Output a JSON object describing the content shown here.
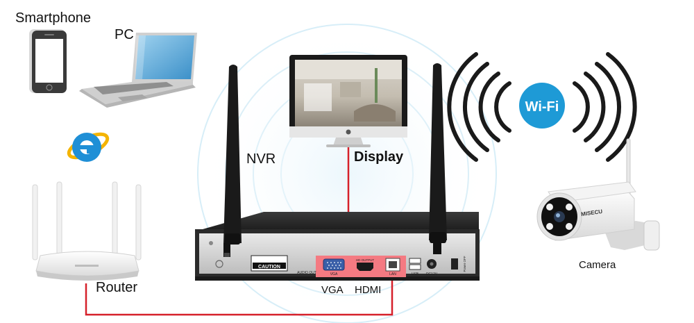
{
  "labels": {
    "smartphone": "Smartphone",
    "pc": "PC",
    "nvr": "NVR",
    "display": "Display",
    "router": "Router",
    "camera": "Camera",
    "vga": "VGA",
    "hdmi": "HDMI",
    "wifi": "Wi-Fi"
  },
  "device_text": {
    "caution": "CAUTION",
    "audio_out": "AUDIO OUT",
    "port_vga": "VGA",
    "port_hdmi": "HD OUTPUT",
    "port_lan": "LAN",
    "port_usb": "USB",
    "port_dc": "DC12V",
    "port_power": "Power OFF",
    "camera_brand": "MISECU"
  },
  "colors": {
    "connection_line": "#d6202a",
    "port_highlight": "#f47a82",
    "wifi_badge": "#1e9ad6",
    "nvr_body": "#2b2b2b"
  },
  "icons": [
    "smartphone-icon",
    "laptop-icon",
    "internet-explorer-icon",
    "router-icon",
    "monitor-icon",
    "nvr-icon",
    "wifi-icon",
    "camera-icon"
  ]
}
